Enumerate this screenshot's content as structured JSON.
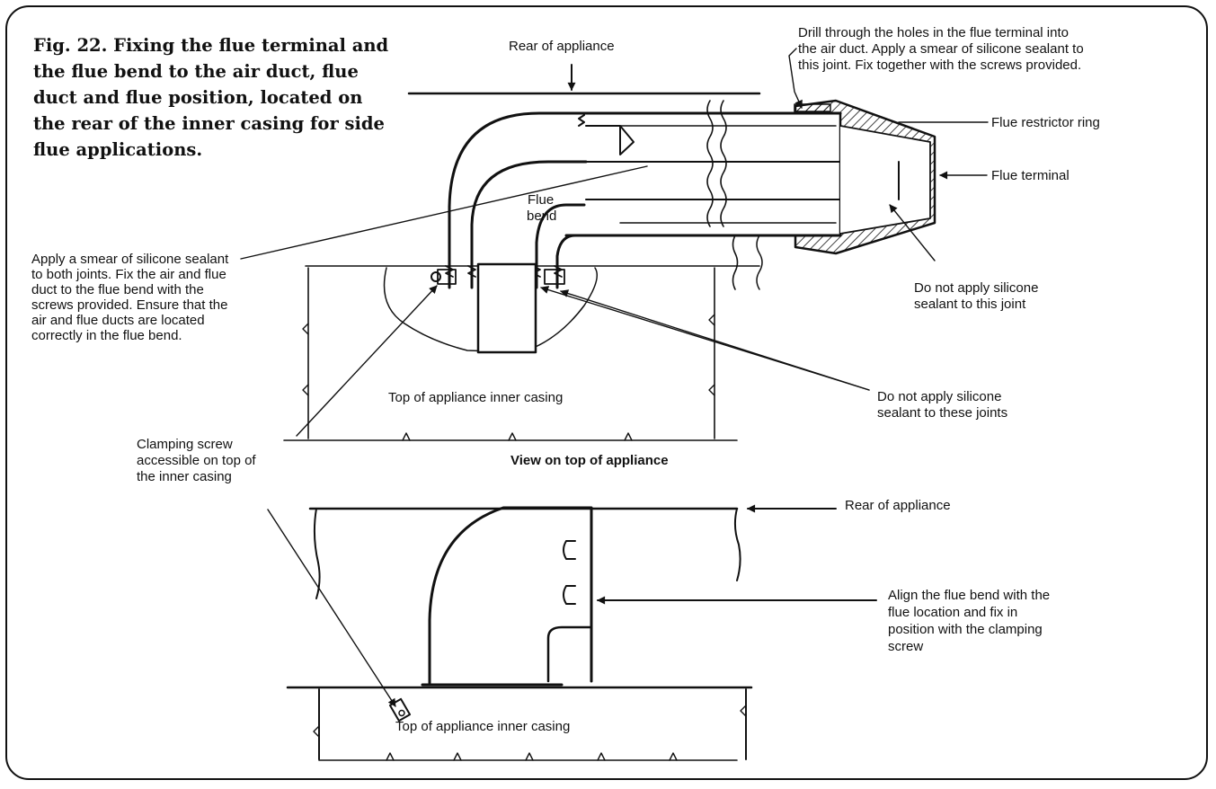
{
  "figure": {
    "caption": "Fig. 22. Fixing the flue terminal and the flue bend to the air duct, flue duct and flue position, located on the rear of the inner casing for side flue applications."
  },
  "labels": {
    "rear_of_appliance_top": "Rear of appliance",
    "drill_note_line1": "Drill through the holes in the flue terminal into",
    "drill_note_line2": "the air duct. Apply a smear of silicone sealant to",
    "drill_note_line3": "this joint. Fix together with the screws provided.",
    "flue_restrictor_ring": "Flue restrictor ring",
    "flue_terminal": "Flue terminal",
    "flue_bend_line1": "Flue",
    "flue_bend_line2": "bend",
    "silicone_joints_note": "Apply a smear of silicone sealant to both joints. Fix the air and flue duct to the flue bend with the screws provided. Ensure that the air and flue ducts are located correctly in the flue bend.",
    "no_silicone_joint_line1": "Do not apply silicone",
    "no_silicone_joint_line2": "sealant to this joint",
    "top_inner_casing_upper": "Top of appliance inner casing",
    "no_silicone_joints_line1": "Do not apply silicone",
    "no_silicone_joints_line2": "sealant to these joints",
    "clamping_screw_line1": "Clamping screw",
    "clamping_screw_line2": "accessible on top of",
    "clamping_screw_line3": "the inner casing",
    "view_on_top": "View on top of appliance",
    "rear_of_appliance_lower": "Rear of appliance",
    "align_note_line1": "Align the flue bend with the",
    "align_note_line2": "flue location and fix in",
    "align_note_line3": "position with the clamping",
    "align_note_line4": "screw",
    "top_inner_casing_lower": "Top of appliance inner casing"
  }
}
